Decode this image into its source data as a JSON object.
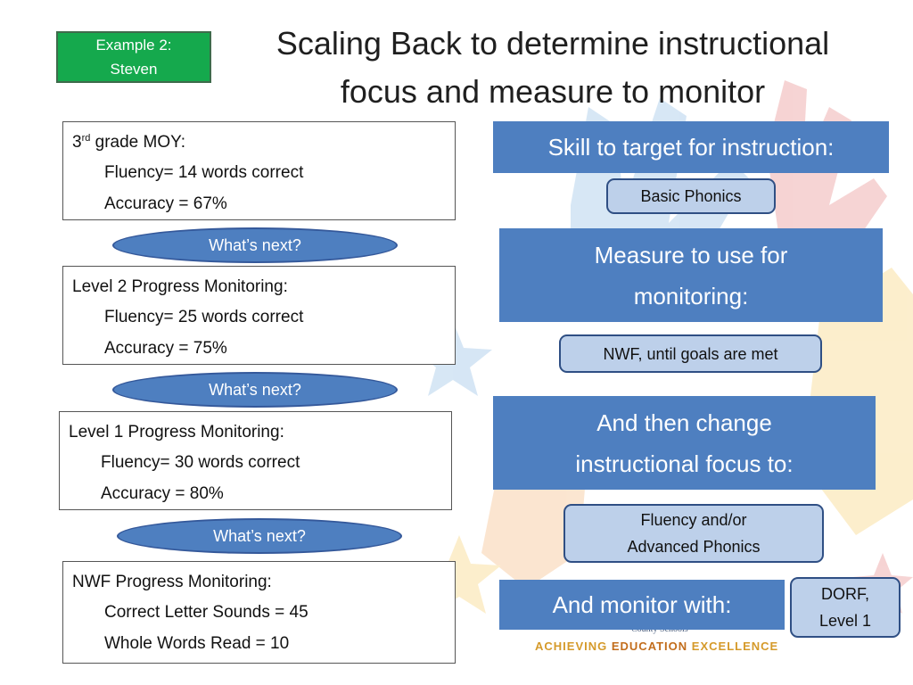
{
  "slide": {
    "tag": {
      "line1": "Example 2:",
      "line2": "Steven"
    },
    "title": {
      "line1": "Scaling Back to determine instructional",
      "line2": "focus and measure to monitor"
    }
  },
  "left_column": {
    "boxes": [
      {
        "heading_prefix": "3",
        "heading_sup": "rd",
        "heading_rest": " grade MOY:",
        "line1": "Fluency= 14 words correct",
        "line2": "Accuracy = 67%"
      },
      {
        "heading": "Level 2 Progress Monitoring:",
        "line1": "Fluency= 25 words correct",
        "line2": "Accuracy = 75%"
      },
      {
        "heading": "Level 1 Progress Monitoring:",
        "line1": "Fluency= 30 words correct",
        "line2": "Accuracy = 80%"
      },
      {
        "heading": "NWF Progress Monitoring:",
        "line1": "Correct Letter Sounds = 45",
        "line2": "Whole Words Read = 10"
      }
    ],
    "ovals": [
      {
        "label": "What’s next?"
      },
      {
        "label": "What’s next?"
      },
      {
        "label": "What’s next?"
      }
    ]
  },
  "right_column": {
    "skill_header": "Skill to target for instruction:",
    "skill_value": "Basic Phonics",
    "measure_header": {
      "line1": "Measure to use for",
      "line2": "monitoring:"
    },
    "measure_value": "NWF, until goals are met",
    "change_header": {
      "line1": "And then change",
      "line2": "instructional focus to:"
    },
    "change_value": {
      "line1": "Fluency and/or",
      "line2": "Advanced Phonics"
    },
    "monitor_header": "And monitor with:",
    "monitor_value": {
      "line1": "DORF,",
      "line2": "Level 1"
    }
  },
  "background_logo": {
    "small": "County Schools",
    "word1": "ACHIEVING",
    "word2": "EDUCATION",
    "word3": "EXCELLENCE"
  },
  "colors": {
    "tag_green": "#15a94d",
    "header_blue": "#4e7fc0",
    "value_light_blue": "#bdd0ea",
    "logo_gold": "#d59a2a"
  }
}
